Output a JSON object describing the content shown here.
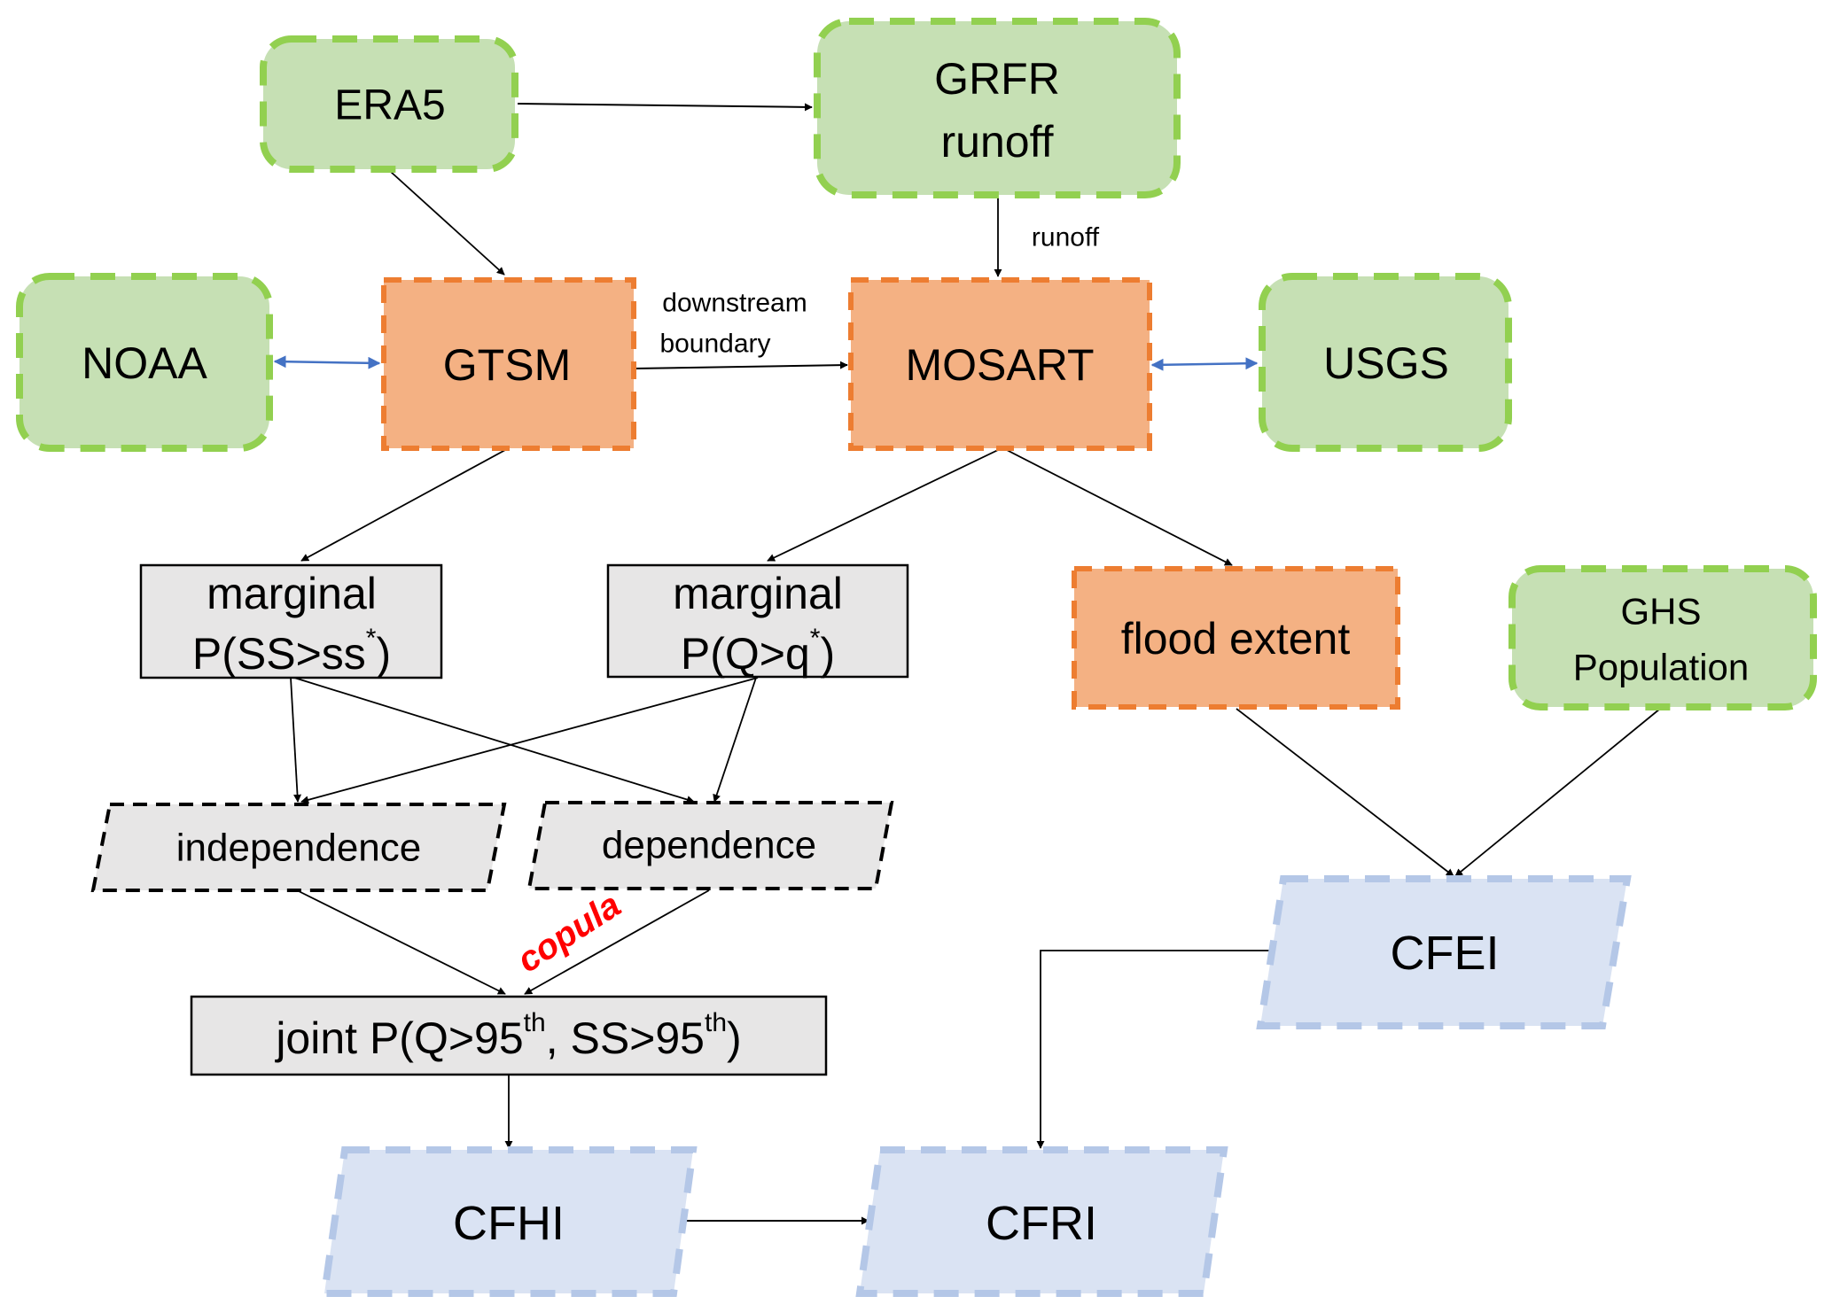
{
  "diagram": {
    "nodes": {
      "era5": {
        "label": "ERA5"
      },
      "grfr": {
        "line1": "GRFR",
        "line2": "runoff"
      },
      "noaa": {
        "label": "NOAA"
      },
      "gtsm": {
        "label": "GTSM"
      },
      "mosart": {
        "label": "MOSART"
      },
      "usgs": {
        "label": "USGS"
      },
      "marginal_ss": {
        "line1": "marginal",
        "line2": "P(SS>ss",
        "sup": "*",
        "close": ")"
      },
      "marginal_q": {
        "line1": "marginal",
        "line2": "P(Q>q",
        "sup": "*",
        "close": ")"
      },
      "flood_extent": {
        "label": "flood extent"
      },
      "ghs": {
        "line1": "GHS",
        "line2": "Population"
      },
      "independence": {
        "label": "independence"
      },
      "dependence": {
        "label": "dependence"
      },
      "joint": {
        "p1": "joint P(Q>95",
        "sup1": "th",
        "p2": ", SS>95",
        "sup2": "th",
        "p3": ")"
      },
      "cfei": {
        "label": "CFEI"
      },
      "cfhi": {
        "label": "CFHI"
      },
      "cfri": {
        "label": "CFRI"
      }
    },
    "edge_labels": {
      "runoff": "runoff",
      "downstream_1": "downstream",
      "downstream_2": "boundary",
      "copula": "copula"
    },
    "colors": {
      "data_source_fill": "#c6e0b4",
      "data_source_border": "#92d050",
      "model_fill": "#f4b183",
      "model_border": "#ed7d31",
      "process_fill": "#e7e6e6",
      "index_fill": "#dae3f3",
      "index_border": "#b4c7e7",
      "validation_arrow": "#4472c4",
      "copula_text": "#ff0000"
    }
  }
}
